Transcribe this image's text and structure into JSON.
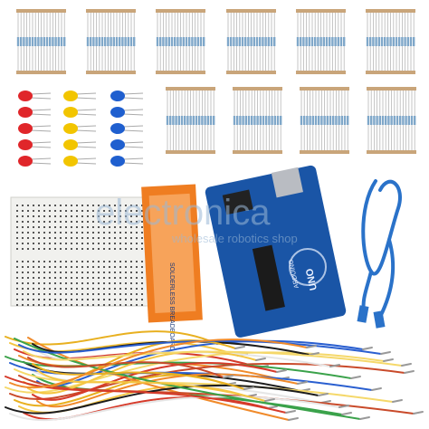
{
  "scene": {
    "description_labels": {
      "watermark_text": "electronica",
      "watermark_sub": "wholesale robotics shop",
      "board_brand": "UNO",
      "board_maker": "ARDUINO",
      "breadboard_label": "SOLDERLESS BREADBOARD"
    },
    "colors": {
      "background": "#ffffff",
      "resistor_lead": "#c9a57a",
      "resistor_body": "#7fa7c9",
      "led_red": "#e0262a",
      "led_yellow": "#f2c500",
      "led_blue": "#1f5fcf",
      "arduino_blue": "#1a55a6",
      "usb_cable": "#2a72c9",
      "breadboard": "#f1f1ee",
      "breadboard_orange": "#ef7d21"
    },
    "led_rows": 5
  }
}
